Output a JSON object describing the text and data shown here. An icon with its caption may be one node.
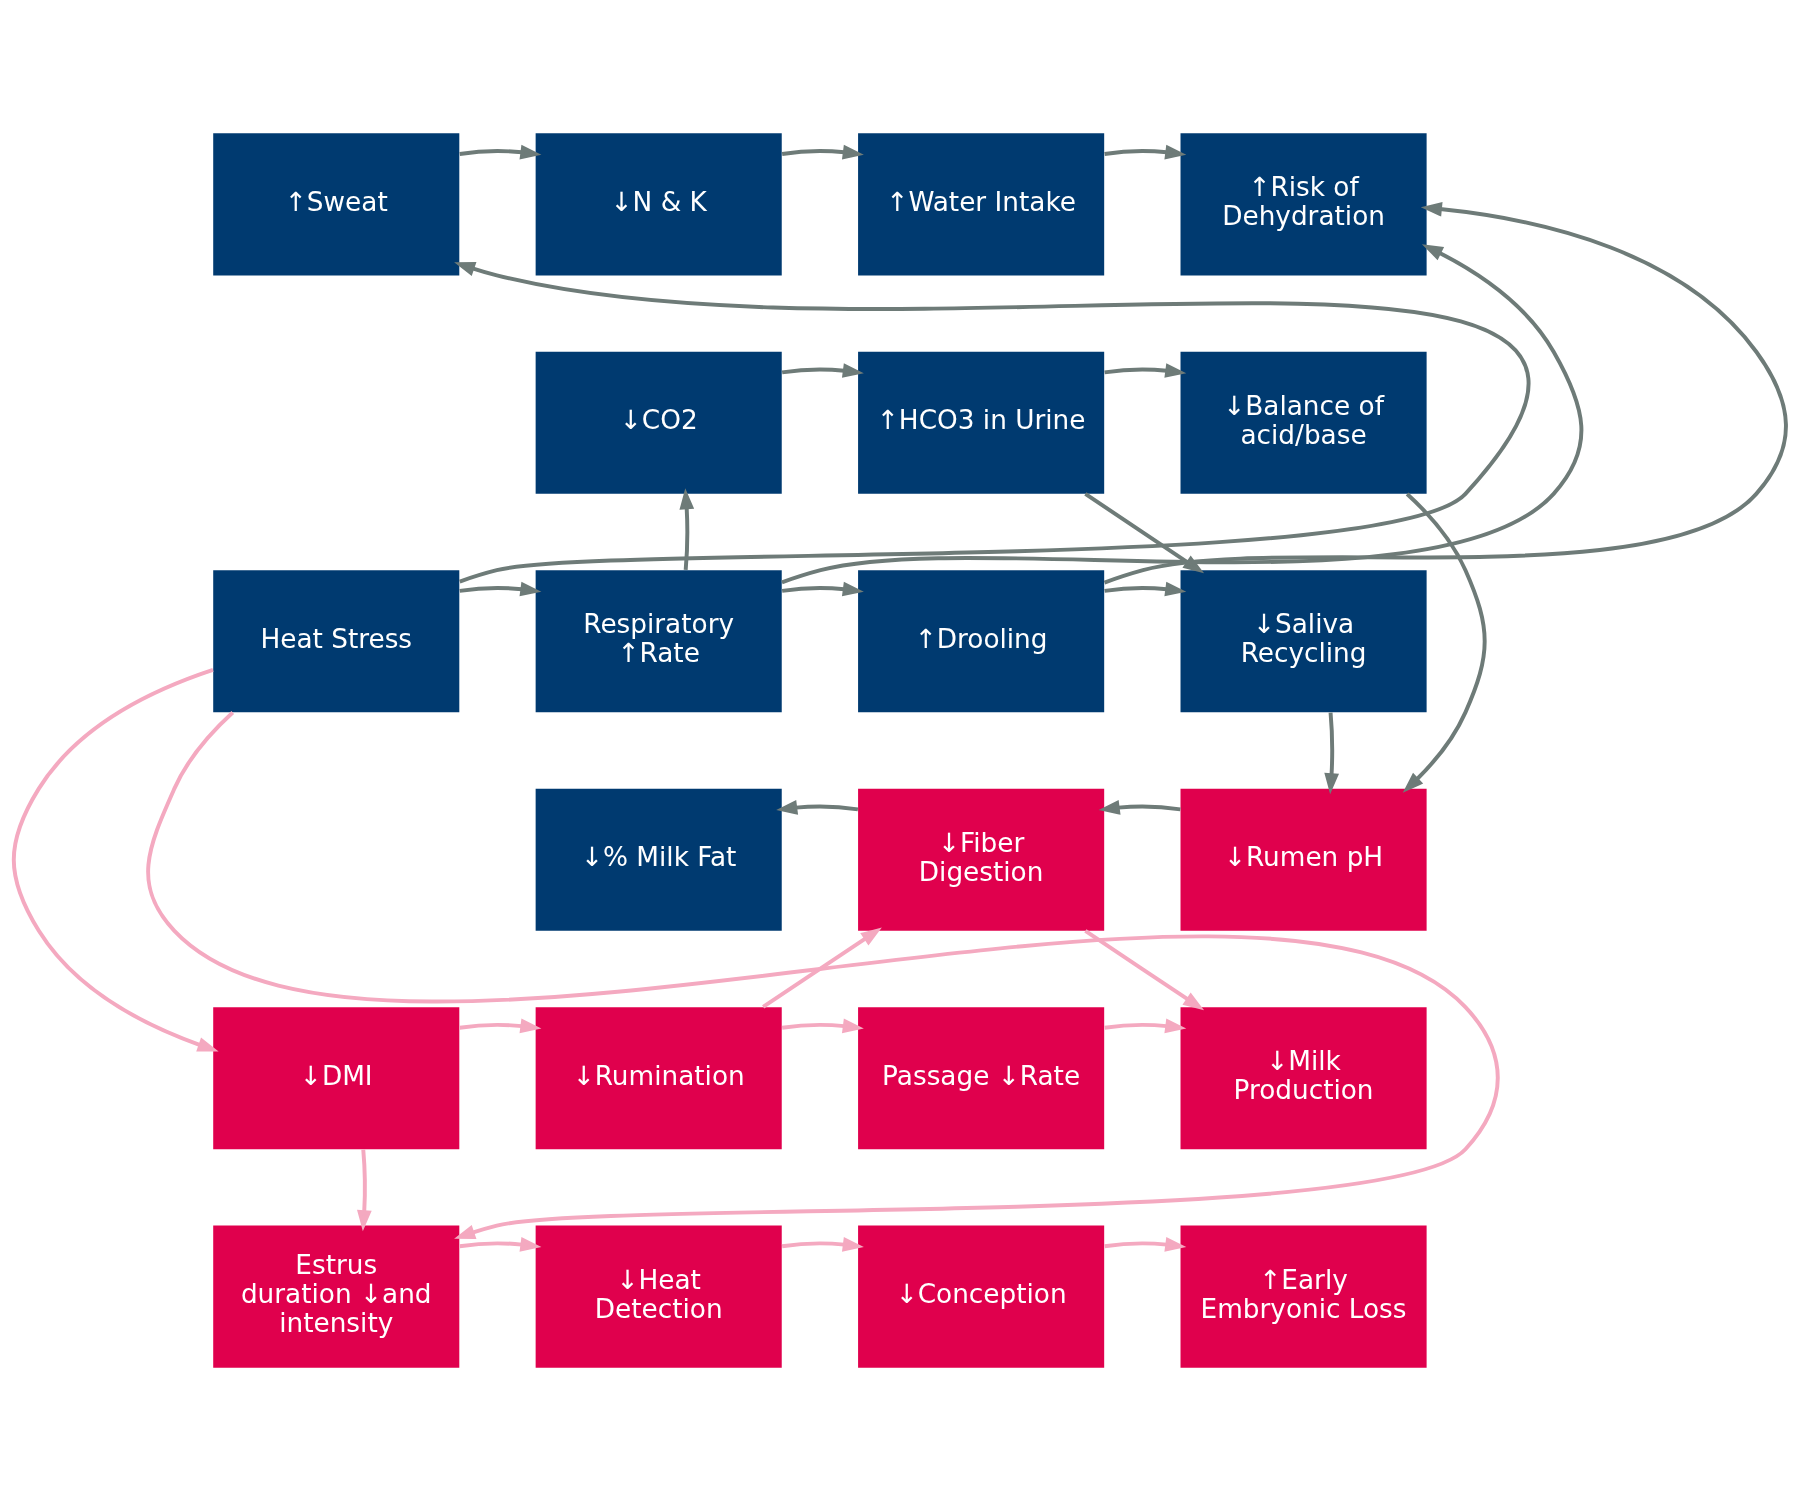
{
  "diagram": {
    "nodes": [
      {
        "text": [
          "↑Sweat"
        ]
      },
      {
        "text": [
          "↓N & K"
        ]
      },
      {
        "text": [
          "↑Water Intake"
        ]
      },
      {
        "text": [
          "↑Risk of Dehydration"
        ]
      },
      {
        "text": [
          "↓CO2"
        ]
      },
      {
        "text": [
          "↑HCO3 in Urine"
        ]
      },
      {
        "text": [
          "↓Balance of acid/base"
        ]
      },
      {
        "text": [
          "Heat Stress"
        ]
      },
      {
        "text": [
          "Respiratory ↑Rate"
        ]
      },
      {
        "text": [
          "↑Drooling"
        ]
      },
      {
        "text": [
          "↓Saliva Recycling"
        ]
      },
      {
        "text": [
          "↓% Milk Fat"
        ]
      },
      {
        "text": [
          "↓Fiber Digestion"
        ]
      },
      {
        "text": [
          "↓Rumen pH"
        ]
      },
      {
        "text": [
          "↓DMI"
        ]
      },
      {
        "text": [
          "↓Rumination"
        ]
      },
      {
        "text": [
          "Passage ↓Rate"
        ]
      },
      {
        "text": [
          "↓Milk Production"
        ]
      },
      {
        "text": [
          "Estrus duration ↓and intensity"
        ]
      },
      {
        "text": [
          "↓Heat Detection"
        ]
      },
      {
        "text": [
          "↓Conception"
        ]
      },
      {
        "text": [
          "↑Early Embryonic Loss"
        ]
      }
    ],
    "edges": [
      {
        "from": 7,
        "to": 0,
        "arrow": "to"
      },
      {
        "from": 0,
        "to": 1,
        "arrow": "to"
      },
      {
        "from": 1,
        "to": 2,
        "arrow": "to"
      },
      {
        "from": 2,
        "to": 3,
        "arrow": "to"
      },
      {
        "from": 8,
        "to": 3,
        "arrow": "to"
      },
      {
        "from": 4,
        "to": 5,
        "arrow": "to"
      },
      {
        "from": 5,
        "to": 6,
        "arrow": "to"
      },
      {
        "from": 8,
        "to": 4,
        "arrow": "to"
      },
      {
        "from": 7,
        "to": 8,
        "arrow": "to"
      },
      {
        "from": 8,
        "to": 9,
        "arrow": "to"
      },
      {
        "from": 9,
        "to": 3,
        "arrow": "to"
      },
      {
        "from": 9,
        "to": 10,
        "arrow": "to"
      },
      {
        "from": 5,
        "to": 10,
        "arrow": "to"
      },
      {
        "from": 6,
        "to": 13,
        "arrow": "to"
      },
      {
        "from": 10,
        "to": 13,
        "arrow": "to"
      },
      {
        "from": 13,
        "to": 12,
        "arrow": "to"
      },
      {
        "from": 12,
        "to": 11,
        "arrow": "to"
      },
      {
        "from": 7,
        "to": 14,
        "arrow": "to",
        "color": "#f4a9c0"
      },
      {
        "from": 7,
        "to": 18,
        "arrow": "to",
        "color": "#f4a9c0"
      },
      {
        "from": 14,
        "to": 18,
        "arrow": "to",
        "color": "#f4a9c0"
      },
      {
        "from": 14,
        "to": 15,
        "arrow": "to",
        "color": "#f4a9c0"
      },
      {
        "from": 15,
        "to": 12,
        "arrow": "to",
        "color": "#f4a9c0"
      },
      {
        "from": 15,
        "to": 16,
        "arrow": "to",
        "color": "#f4a9c0"
      },
      {
        "from": 16,
        "to": 17,
        "arrow": "to",
        "color": "#f4a9c0"
      },
      {
        "from": 12,
        "to": 17,
        "arrow": "to",
        "color": "#f4a9c0"
      },
      {
        "from": 18,
        "to": 19,
        "arrow": "to",
        "color": "#f4a9c0"
      },
      {
        "from": 19,
        "to": 20,
        "arrow": "to",
        "color": "#f4a9c0"
      },
      {
        "from": 20,
        "to": 21,
        "arrow": "to",
        "color": "#f4a9c0"
      }
    ]
  }
}
